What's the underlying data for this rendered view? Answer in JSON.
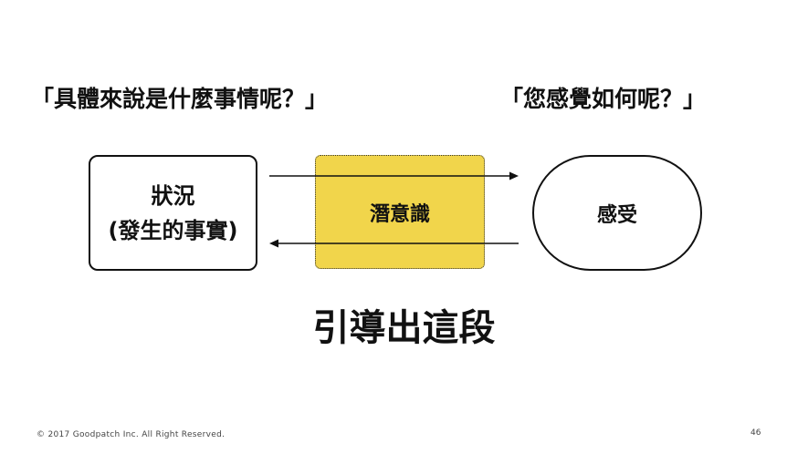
{
  "quotes": {
    "left": "「具體來說是什麼事情呢？」",
    "right": "「您感覺如何呢？」"
  },
  "nodes": {
    "situation_line1": "狀況",
    "situation_line2": "(發生的事實)",
    "subconscious": "潛意識",
    "feeling": "感受"
  },
  "headline": "引導出這段",
  "footer": {
    "copyright": "© 2017 Goodpatch Inc. All Right Reserved.",
    "page_number": "46"
  },
  "colors": {
    "subconscious_fill": "#f1d54b",
    "ink": "#111111"
  }
}
